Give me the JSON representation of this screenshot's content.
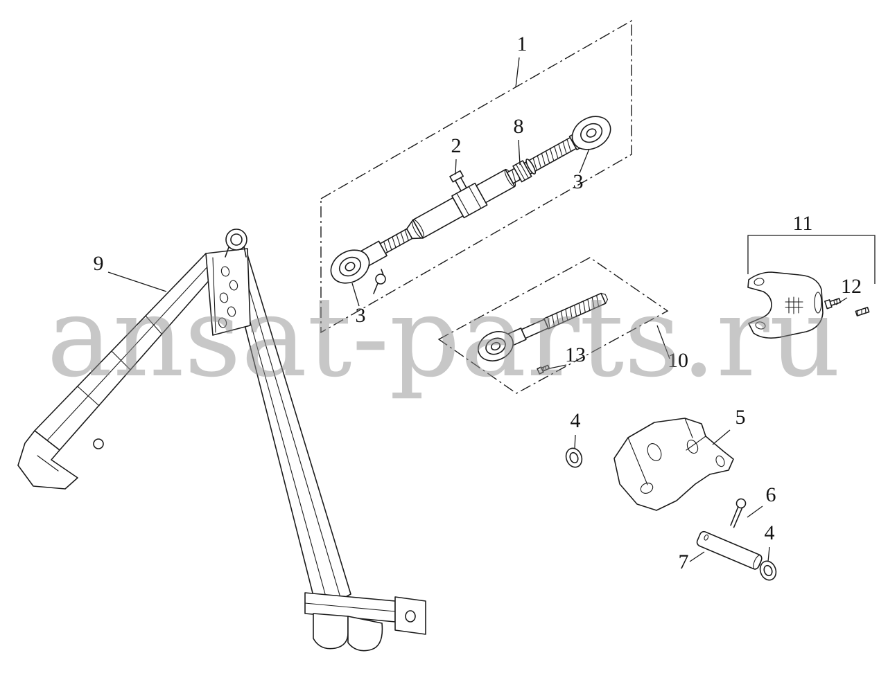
{
  "diagram": {
    "watermark": "ansat-parts.ru",
    "callouts": [
      "1",
      "2",
      "8",
      "3",
      "3",
      "9",
      "11",
      "12",
      "10",
      "13",
      "4",
      "5",
      "6",
      "7",
      "4"
    ],
    "colors": {
      "line": "#1a1a1a",
      "watermark": "#909090",
      "background": "#ffffff"
    }
  }
}
